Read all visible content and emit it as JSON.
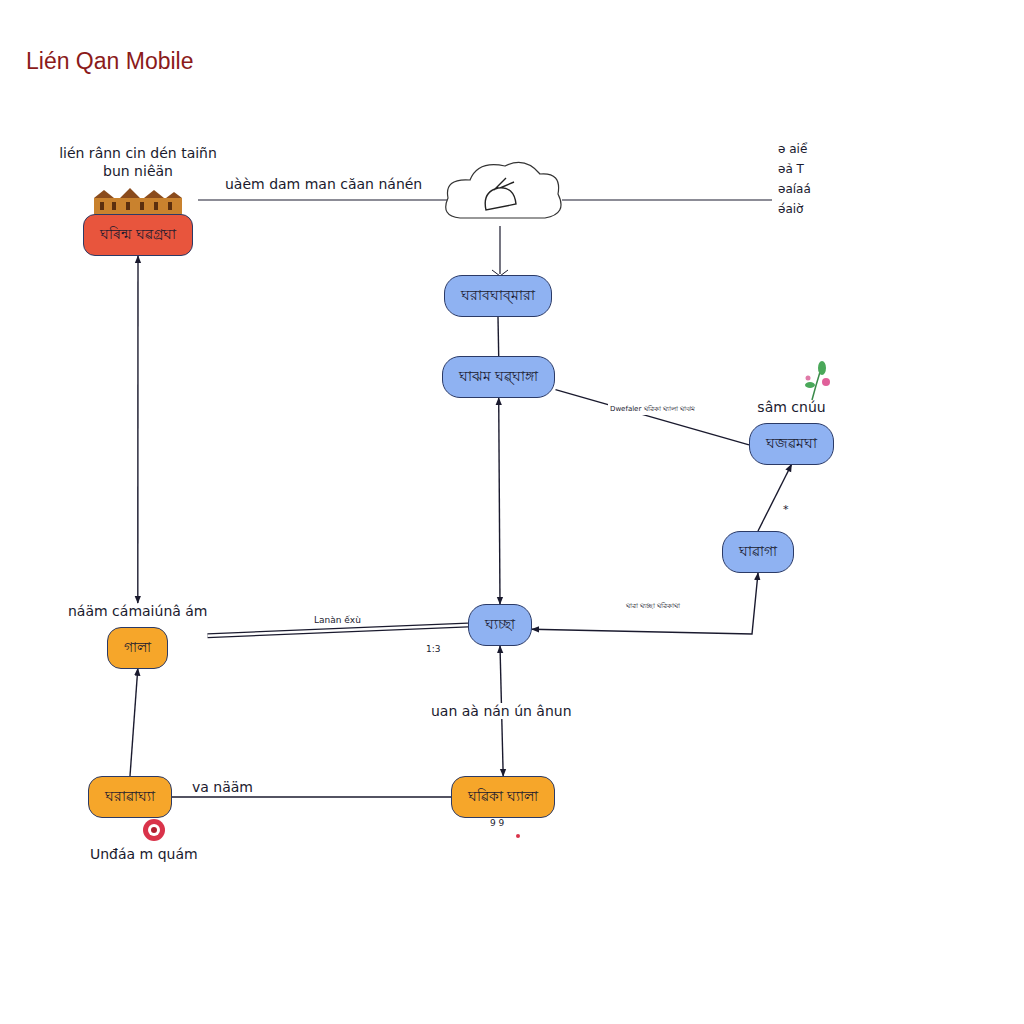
{
  "diagram": {
    "title": "Lién Qan Mobile",
    "nodes": [
      {
        "text": [
          "lién rânn cin dén taiñn bun niêän",
          "ঘৰিন্ম ঘৱগ্ৰঘা"
        ]
      },
      {
        "text": [
          "ঘরাবঘাব্মারা"
        ]
      },
      {
        "text": [
          "ঘাঝম ঘৱ্ঘাঙ্গা"
        ]
      },
      {
        "text": [
          "sâm cnúu",
          "ঘজৱমঘা"
        ]
      },
      {
        "text": [
          "ঘাৱাগা"
        ]
      },
      {
        "text": [
          "ঘ্যচ্ছা"
        ]
      },
      {
        "text": [
          "náäm cámaiúnâ ám",
          "গালা"
        ]
      },
      {
        "text": [
          "ঘরাৱাঘ্যা"
        ]
      },
      {
        "text": [
          "ঘৱিকা ঘ্যালা"
        ]
      }
    ],
    "edges": [
      {
        "from": 0,
        "to": 6,
        "arrow": "both"
      },
      {
        "from": 1,
        "to": 2,
        "arrow": "none"
      },
      {
        "from": 2,
        "to": 5,
        "arrow": "both"
      },
      {
        "from": 5,
        "to": 8,
        "arrow": "both",
        "label": "uan aà nán ún ânun"
      },
      {
        "from": 7,
        "to": 6,
        "arrow": "to"
      },
      {
        "from": 6,
        "to": 5,
        "arrow": "none",
        "label": "Lanàn ếxù"
      },
      {
        "from": 7,
        "to": 8,
        "arrow": "none",
        "label": "va nääm"
      },
      {
        "from": 5,
        "to": 4,
        "arrow": "both",
        "label": "ঘাৱা ঘ্যচ্ছা ঘৱিকাঘা"
      },
      {
        "from": 4,
        "to": 3,
        "arrow": "to"
      },
      {
        "from": 2,
        "to": 3,
        "arrow": "none",
        "label": "Dwefaler ঘৱিকা ঘ্যালা ঘাঝম"
      }
    ],
    "labels": [
      "uàèm dam man căan nánén",
      "ǝ aiể",
      "ǝả T",
      "ǝaíaá",
      "ǝ́aiờ",
      "1:3",
      "9 9",
      "*",
      "Unđáa m quám"
    ]
  }
}
